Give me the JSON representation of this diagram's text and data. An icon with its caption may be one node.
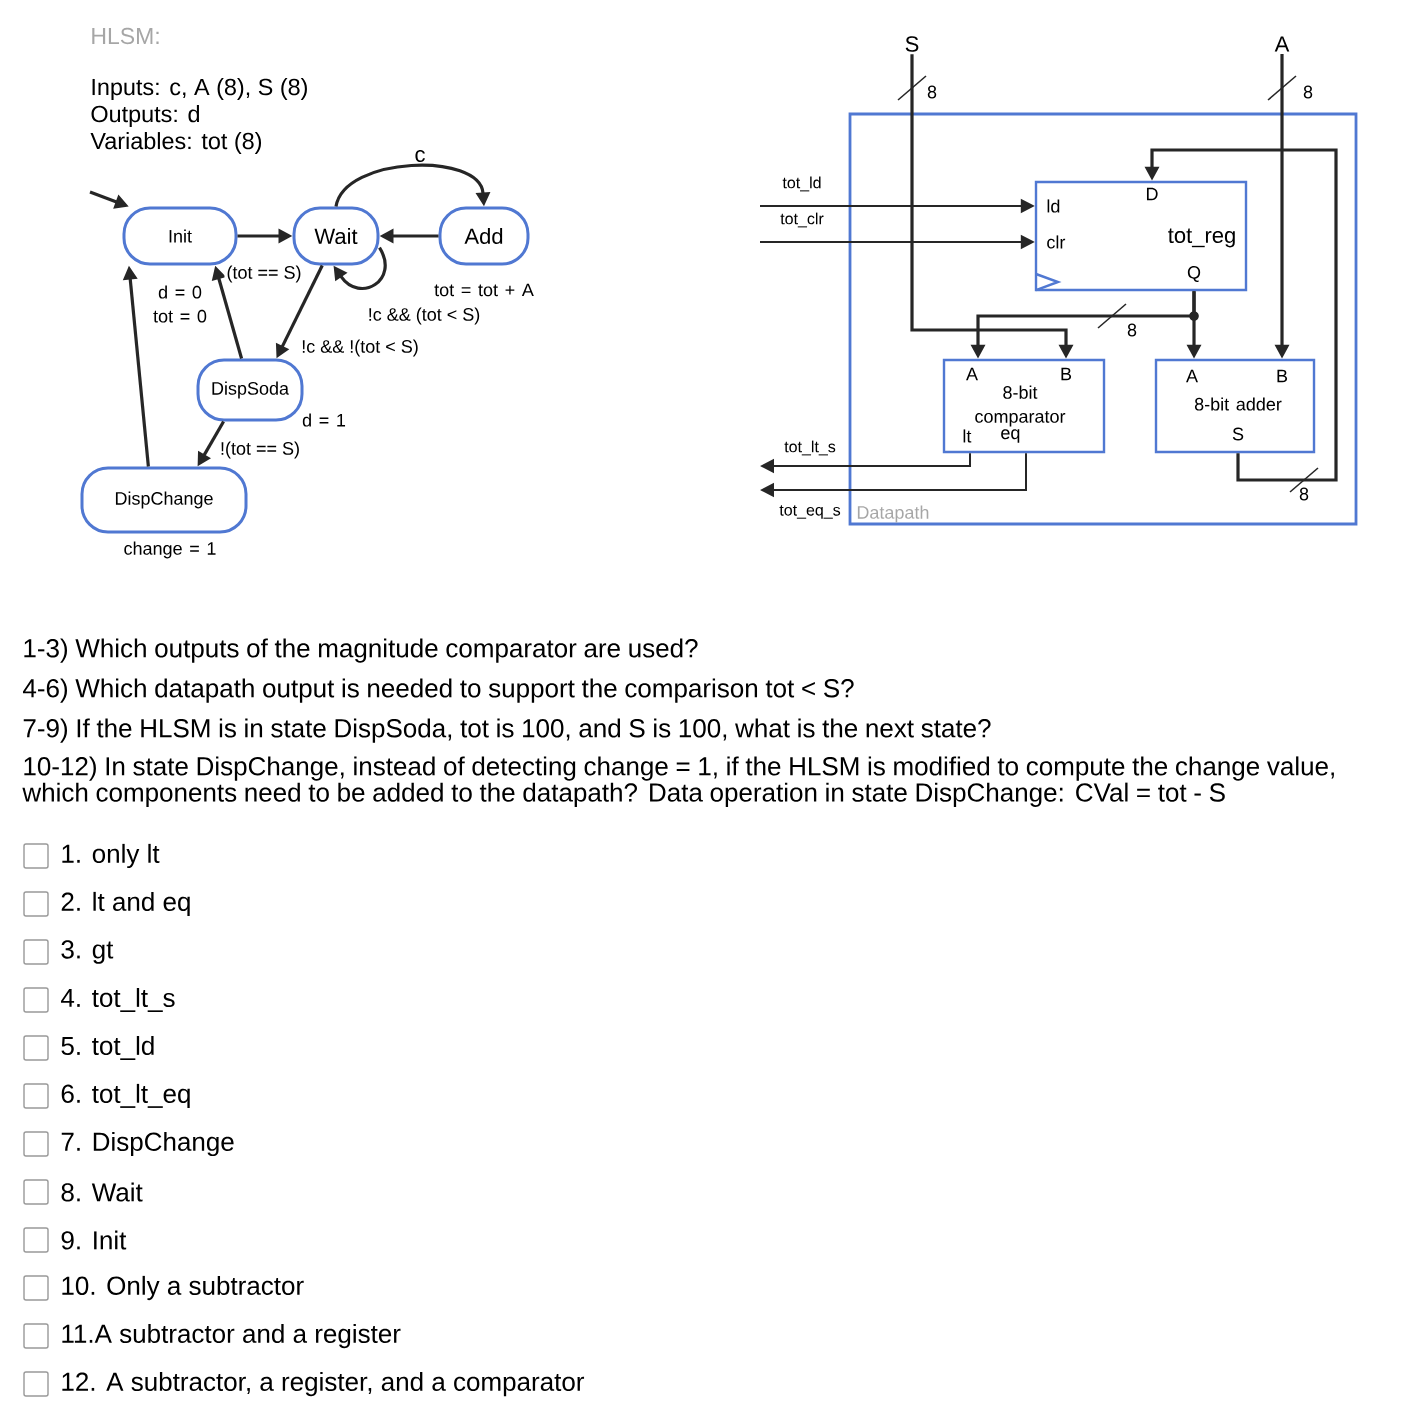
{
  "diagram": {
    "nodes": [
      {
        "text": [
          "Init"
        ],
        "beside": [
          "d = 0 tot = 0"
        ]
      },
      {
        "text": [
          "Wait"
        ]
      },
      {
        "text": [
          "Add"
        ],
        "beside": [
          "tot = tot + A"
        ]
      },
      {
        "text": [
          "DispSoda"
        ],
        "beside": [
          "d = 1"
        ]
      },
      {
        "text": [
          "DispChange"
        ],
        "beside": [
          "change = 1"
        ]
      },
      {
        "text": [
          "Datapath"
        ]
      },
      {
        "text": [
          "D",
          "ld",
          "clr",
          "tot_reg",
          "Q"
        ],
        "in": 5
      },
      {
        "text": [
          "A",
          "B",
          "8-bit comparator",
          "lt",
          "eq"
        ],
        "in": 5
      },
      {
        "text": [
          "A",
          "B",
          "8-bit adder",
          "S"
        ],
        "in": 5
      },
      {
        "text": [
          "S"
        ]
      },
      {
        "text": [
          "A"
        ]
      }
    ],
    "edges": [
      {
        "from": null,
        "to": 0,
        "arrow": "to"
      },
      {
        "from": 0,
        "to": 1,
        "arrow": "to"
      },
      {
        "from": 1,
        "to": 2,
        "arrow": "to",
        "label": "c"
      },
      {
        "from": 2,
        "to": 1,
        "arrow": "to"
      },
      {
        "from": 1,
        "to": 1,
        "arrow": "to",
        "label": "!c && (tot < S)"
      },
      {
        "from": 1,
        "to": 3,
        "arrow": "to",
        "label": "!c && !(tot < S)"
      },
      {
        "from": 3,
        "to": 0,
        "arrow": "to",
        "label": "(tot == S)"
      },
      {
        "from": 3,
        "to": 4,
        "arrow": "to",
        "label": "!(tot == S)"
      },
      {
        "from": 4,
        "to": 0,
        "arrow": "to"
      },
      {
        "from": 9,
        "to": 7,
        "arrow": "to",
        "label": "8"
      },
      {
        "from": 10,
        "to": 8,
        "arrow": "to",
        "label": "8"
      },
      {
        "from": null,
        "to": 6,
        "arrow": "to",
        "label": "tot_ld"
      },
      {
        "from": null,
        "to": 6,
        "arrow": "to",
        "label": "tot_clr"
      },
      {
        "from": 6,
        "to": 7,
        "arrow": "to",
        "label": "8"
      },
      {
        "from": 6,
        "to": 8,
        "arrow": "to"
      },
      {
        "from": 8,
        "to": 6,
        "arrow": "to",
        "label": "8"
      },
      {
        "from": 7,
        "to": null,
        "arrow": "to",
        "label": "tot_lt_s"
      },
      {
        "from": 7,
        "to": null,
        "arrow": "to",
        "label": "tot_eq_s"
      }
    ],
    "labels": [
      "HLSM:",
      "Inputs: c, A (8), S (8)",
      "Outputs: d",
      "Variables: tot (8)",
      "1-3) Which outputs of the magnitude comparator are used?",
      "4-6) Which datapath output is needed to support the comparison tot < S?",
      "7-9) If the HLSM is in state DispSoda, tot is 100, and S is 100, what is the next state?",
      "10-12) In state DispChange, instead of detecting change = 1, if the HLSM is modified to compute the change value, which components need to be added to the datapath? Data operation in state DispChange: CVal = tot - S",
      "1. only lt",
      "2. lt and eq",
      "3. gt",
      "4. tot_lt_s",
      "5. tot_ld",
      "6. tot_lt_eq",
      "7. DispChange",
      "8. Wait",
      "9. Init",
      "10. Only a subtractor",
      "11.A subtractor and a register",
      "12. A subtractor, a register, and a comparator"
    ]
  }
}
